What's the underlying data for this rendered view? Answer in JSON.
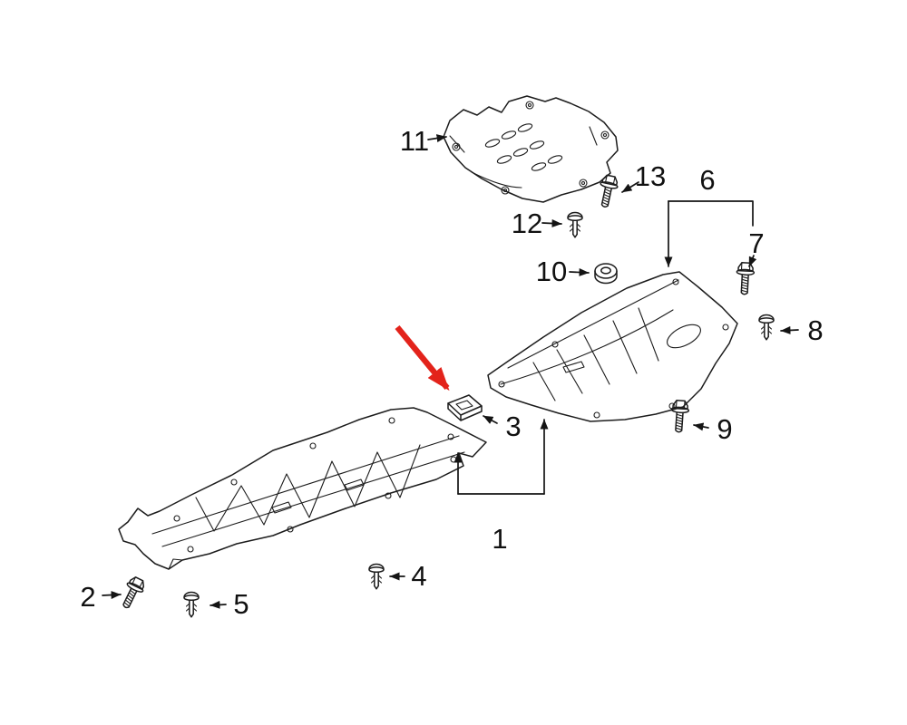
{
  "diagram": {
    "background_color": "#ffffff",
    "line_color": "#1c1c1c",
    "highlight_color": "#e3231b",
    "highlight": {
      "icon": "red-arrow-icon",
      "target_part_number": "3"
    }
  },
  "parts": [
    {
      "number": "1",
      "icon": "under-cover-panel-icon"
    },
    {
      "number": "2",
      "icon": "flange-bolt-icon"
    },
    {
      "number": "3",
      "icon": "clip-nut-icon"
    },
    {
      "number": "4",
      "icon": "push-clip-icon"
    },
    {
      "number": "5",
      "icon": "push-clip-icon"
    },
    {
      "number": "6",
      "icon": "under-cover-panel-icon"
    },
    {
      "number": "7",
      "icon": "flange-bolt-icon"
    },
    {
      "number": "8",
      "icon": "push-clip-icon"
    },
    {
      "number": "9",
      "icon": "flange-bolt-icon"
    },
    {
      "number": "10",
      "icon": "flange-nut-icon"
    },
    {
      "number": "11",
      "icon": "engine-splash-shield-icon"
    },
    {
      "number": "12",
      "icon": "push-clip-icon"
    },
    {
      "number": "13",
      "icon": "flange-bolt-icon"
    }
  ]
}
